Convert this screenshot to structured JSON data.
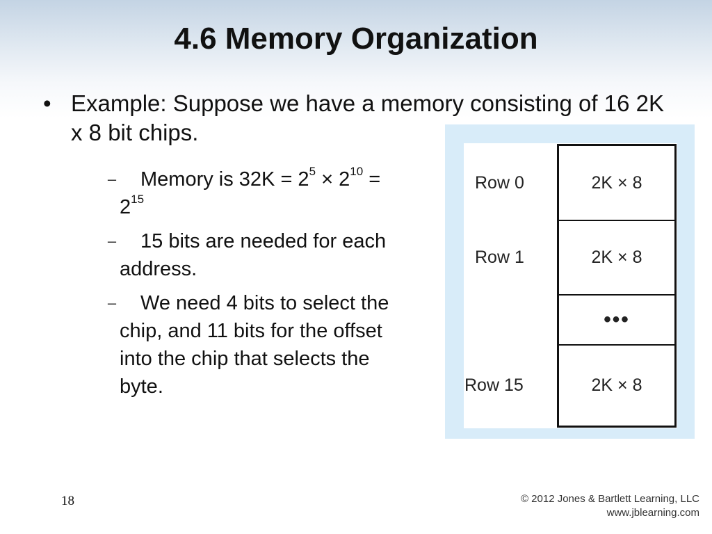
{
  "slide": {
    "title": "4.6 Memory Organization",
    "bullet": {
      "marker": "•",
      "text": "Example: Suppose we have a memory consisting of 16 2K x 8 bit chips."
    },
    "sub_items": [
      {
        "marker": "–",
        "part1": "Memory is 32K = 2",
        "sup1": "5",
        "part2": " × 2",
        "sup2": "10",
        "part3": " =",
        "part4": "2",
        "sup3": "15"
      },
      {
        "marker": "–",
        "line1": "15 bits are needed for each",
        "line2": "address."
      },
      {
        "marker": "–",
        "line1": "We need 4 bits to select the",
        "line2": "chip, and 11 bits for the offset",
        "line3": "into the chip that selects the",
        "line4": "byte."
      }
    ],
    "page_number": "18",
    "copyright_line1": "© 2012 Jones & Bartlett Learning, LLC",
    "copyright_line2": "www.jblearning.com"
  },
  "diagram": {
    "rows": [
      {
        "label": "Row 0",
        "cell": "2K × 8"
      },
      {
        "label": "Row 1",
        "cell": "2K × 8"
      },
      {
        "label": "",
        "cell": "•••"
      },
      {
        "label": "Row 15",
        "cell": "2K × 8"
      }
    ],
    "colors": {
      "panel_bg": "#d8ecf9",
      "border": "#111111"
    }
  }
}
